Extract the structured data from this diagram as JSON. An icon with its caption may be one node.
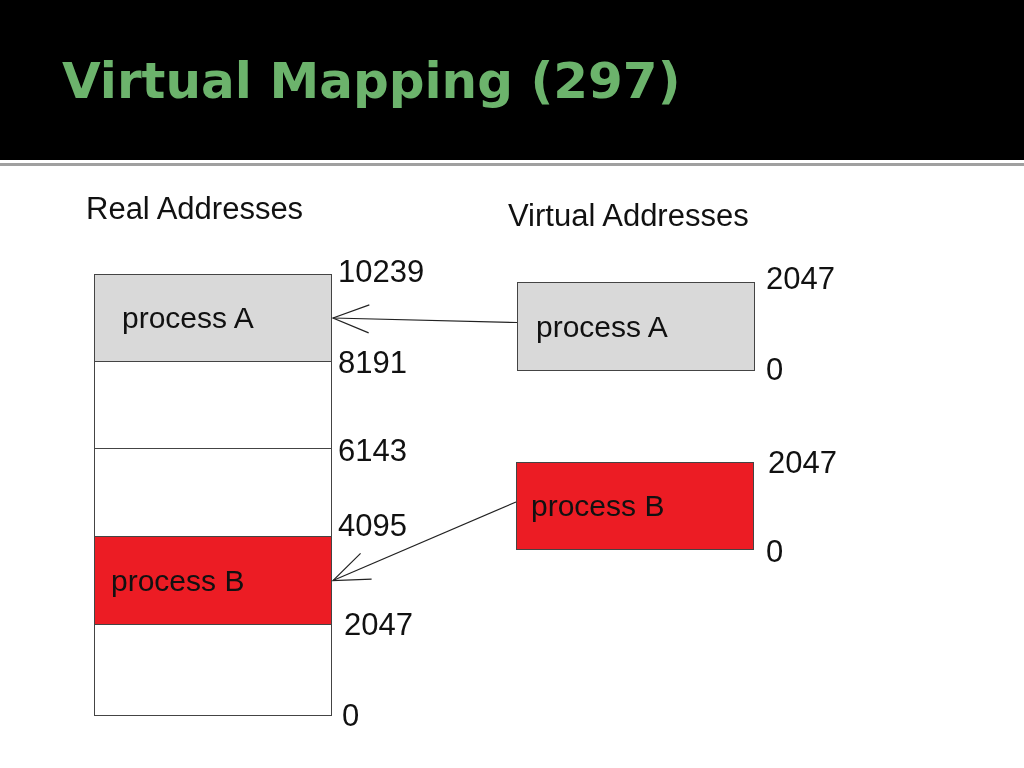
{
  "diagram": {
    "title": "Virtual Mapping (297)",
    "nodes": [
      {
        "text": [
          "process A"
        ]
      },
      {
        "text": [],
        "shape": "box"
      },
      {
        "text": [],
        "shape": "box"
      },
      {
        "text": [
          "process B"
        ]
      },
      {
        "text": [],
        "shape": "box"
      },
      {
        "text": [
          "process A"
        ]
      },
      {
        "text": [
          "process B"
        ]
      }
    ],
    "edges": [
      {
        "from": 5,
        "to": 0,
        "arrow": "to"
      },
      {
        "from": 6,
        "to": 3,
        "arrow": "to"
      }
    ],
    "labels": [
      "Real Addresses",
      "Virtual Addresses",
      "10239",
      "2047",
      "8191",
      "0",
      "6143",
      "2047",
      "4095",
      "0",
      "2047",
      "0"
    ]
  }
}
